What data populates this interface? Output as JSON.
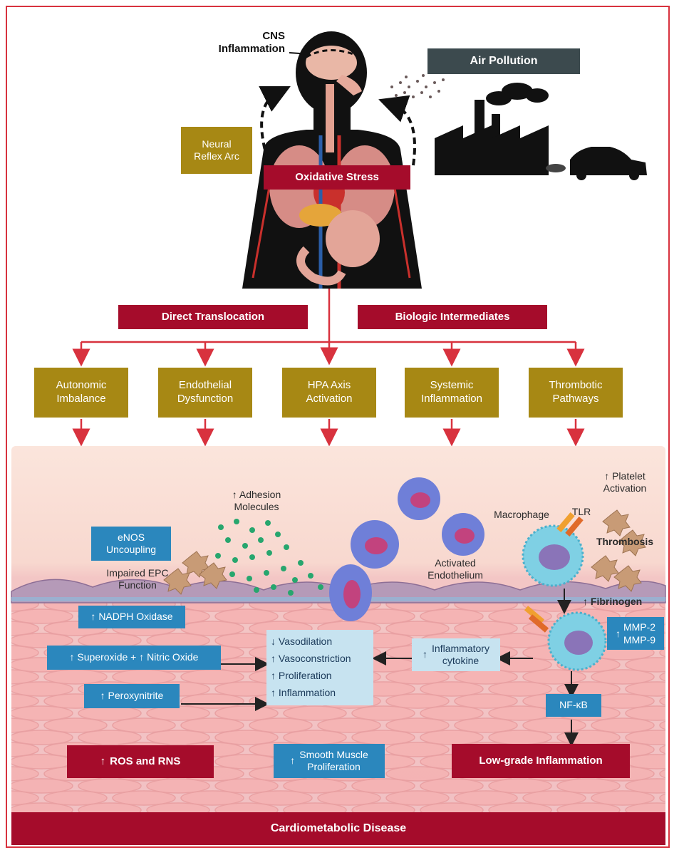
{
  "title": "Cardiometabolic Disease",
  "top": {
    "cns_inflammation": "CNS\nInflammation",
    "air_pollution": "Air Pollution",
    "neural_reflex_arc": "Neural\nReflex Arc",
    "oxidative_stress": "Oxidative Stress"
  },
  "routes": {
    "direct_translocation": "Direct Translocation",
    "biologic_intermediates": "Biologic Intermediates"
  },
  "pathways": [
    "Autonomic\nImbalance",
    "Endothelial\nDysfunction",
    "HPA Axis\nActivation",
    "Systemic\nInflammation",
    "Thrombotic\nPathways"
  ],
  "tissue": {
    "adhesion_molecules": "Adhesion\nMolecules",
    "enos_uncoupling": "eNOS\nUncoupling",
    "impaired_epc": "Impaired EPC\nFunction",
    "activated_endothelium": "Activated\nEndothelium",
    "platelet_activation": "Platelet\nActivation",
    "macrophage": "Macrophage",
    "tlr": "TLR",
    "thrombosis": "Thrombosis",
    "fibrinogen": "Fibrinogen",
    "nadph_oxidase": "NADPH Oxidase",
    "superoxide_no": "↑ Superoxide + ↑ Nitric Oxide",
    "peroxynitrite": "Peroxynitrite",
    "effects": [
      "↓ Vasodilation",
      "↑ Vasoconstriction",
      "↑ Proliferation",
      "↑ Inflammation"
    ],
    "inflammatory_cytokine": "Inflammatory\ncytokine",
    "mmp": "MMP-2\nMMP-9",
    "nfkb": "NF-κB",
    "ros_rns": "ROS and RNS",
    "smooth_muscle": "Smooth Muscle\nProliferation",
    "low_grade_inflammation": "Low-grade Inflammation"
  },
  "up_arrow": "↑",
  "colors": {
    "red_box": "#a50c2b",
    "gold_box": "#a78814",
    "blue_box": "#2b87bd",
    "light_blue_box": "#c7e3f0",
    "slate_box": "#3c4a4e",
    "border": "#d8323e"
  }
}
